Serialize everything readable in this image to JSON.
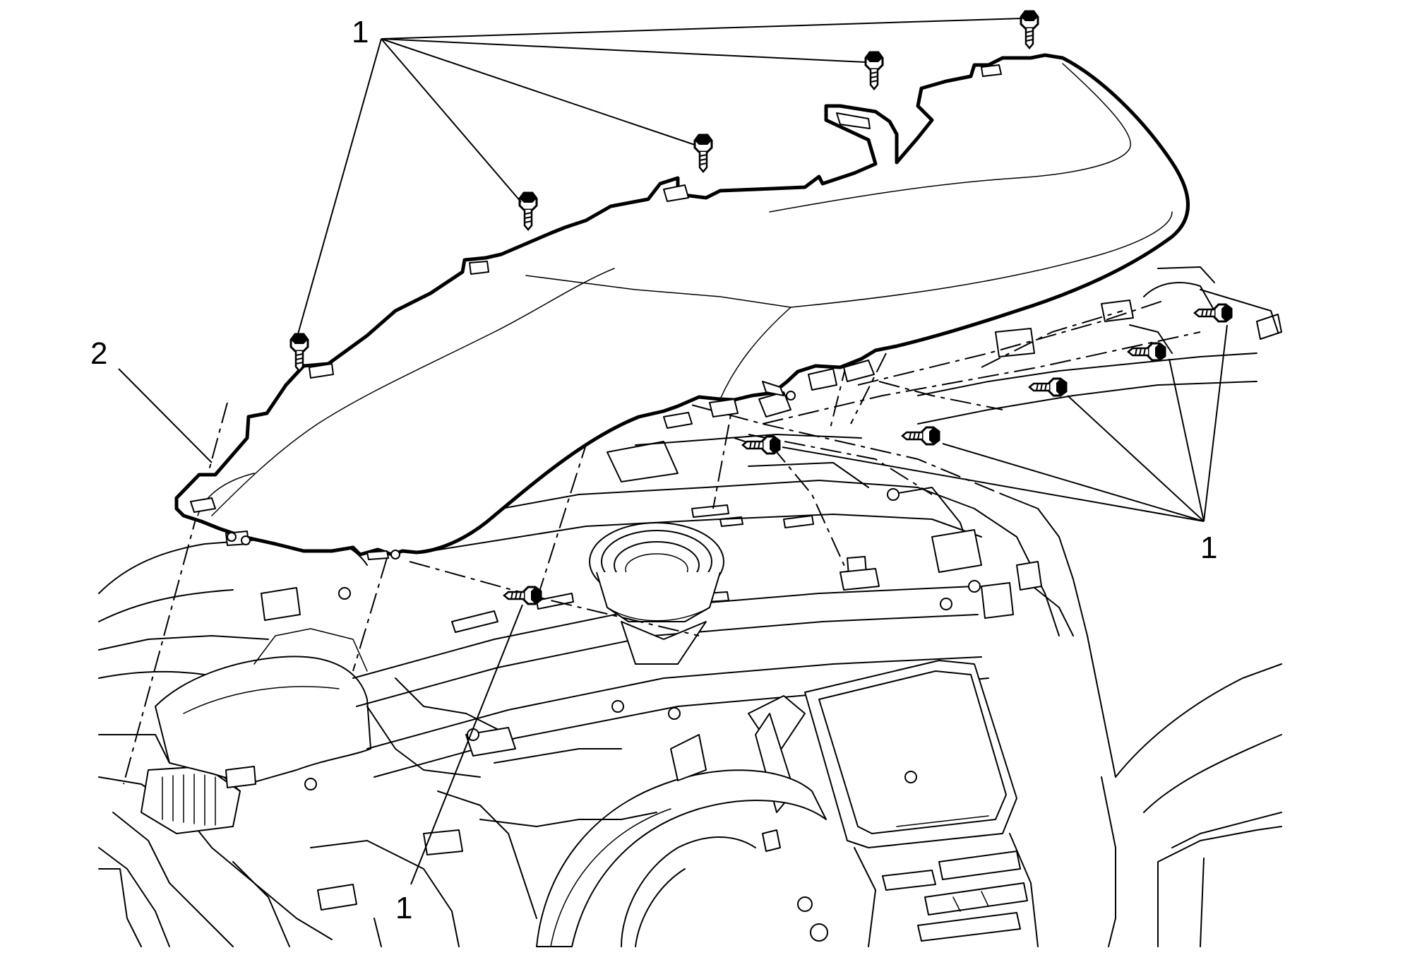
{
  "callouts": [
    {
      "id": "c1-top",
      "label": "1"
    },
    {
      "id": "c2",
      "label": "2"
    },
    {
      "id": "c1-right",
      "label": "1"
    },
    {
      "id": "c1-bottom",
      "label": "1"
    }
  ],
  "components": {
    "fastener": "1",
    "trim_panel": "2"
  }
}
